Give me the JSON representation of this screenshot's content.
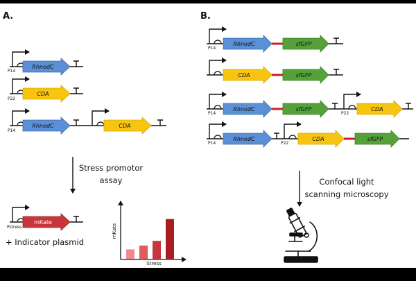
{
  "panel_a": {
    "letter": "A.",
    "constructs": [
      {
        "promoter": "P14",
        "gene": "RhnodC"
      },
      {
        "promoter": "P22",
        "gene": "CDA"
      },
      {
        "promoter": "P14",
        "gene_1": "RhnodC",
        "gene_2": "CDA"
      }
    ],
    "assay_caption": [
      "Stress promotor",
      "assay"
    ],
    "indicator": {
      "promoter": "Pstress",
      "gene": "mKate",
      "caption": "+ Indicator plasmid"
    },
    "chart_data": {
      "type": "bar",
      "xlabel": "Stress",
      "ylabel": "mKate",
      "categories": [
        "",
        "",
        "",
        ""
      ],
      "values": [
        1,
        1.4,
        1.9,
        4.2
      ],
      "colors": [
        "#f1888e",
        "#de5c60",
        "#c8353a",
        "#a81d22"
      ],
      "ylim": [
        0,
        5.5
      ]
    }
  },
  "panel_b": {
    "letter": "B.",
    "constructs": [
      {
        "promoter": "P14",
        "gene_1": "RhnodC",
        "gene_2": "sfGFP"
      },
      {
        "promoter": "",
        "gene_1": "CDA",
        "gene_2": "sfGFP"
      },
      {
        "promoter": "P14",
        "gene_1": "RhnodC",
        "gene_2": "sfGFP",
        "promoter_2": "P22",
        "gene_3": "CDA"
      },
      {
        "promoter": "P14",
        "gene_1": "RhnodC",
        "promoter_2": "P22",
        "gene_2": "CDA",
        "gene_3": "sfGFP"
      }
    ],
    "microscopy_caption": [
      "Confocal light",
      "scanning microscopy"
    ]
  },
  "colors": {
    "rhnodc": "#5b8fd6",
    "cda": "#f7c410",
    "sfgfp": "#56a23a",
    "mkate": "#c8353a",
    "linker": "#cc1f1f"
  }
}
